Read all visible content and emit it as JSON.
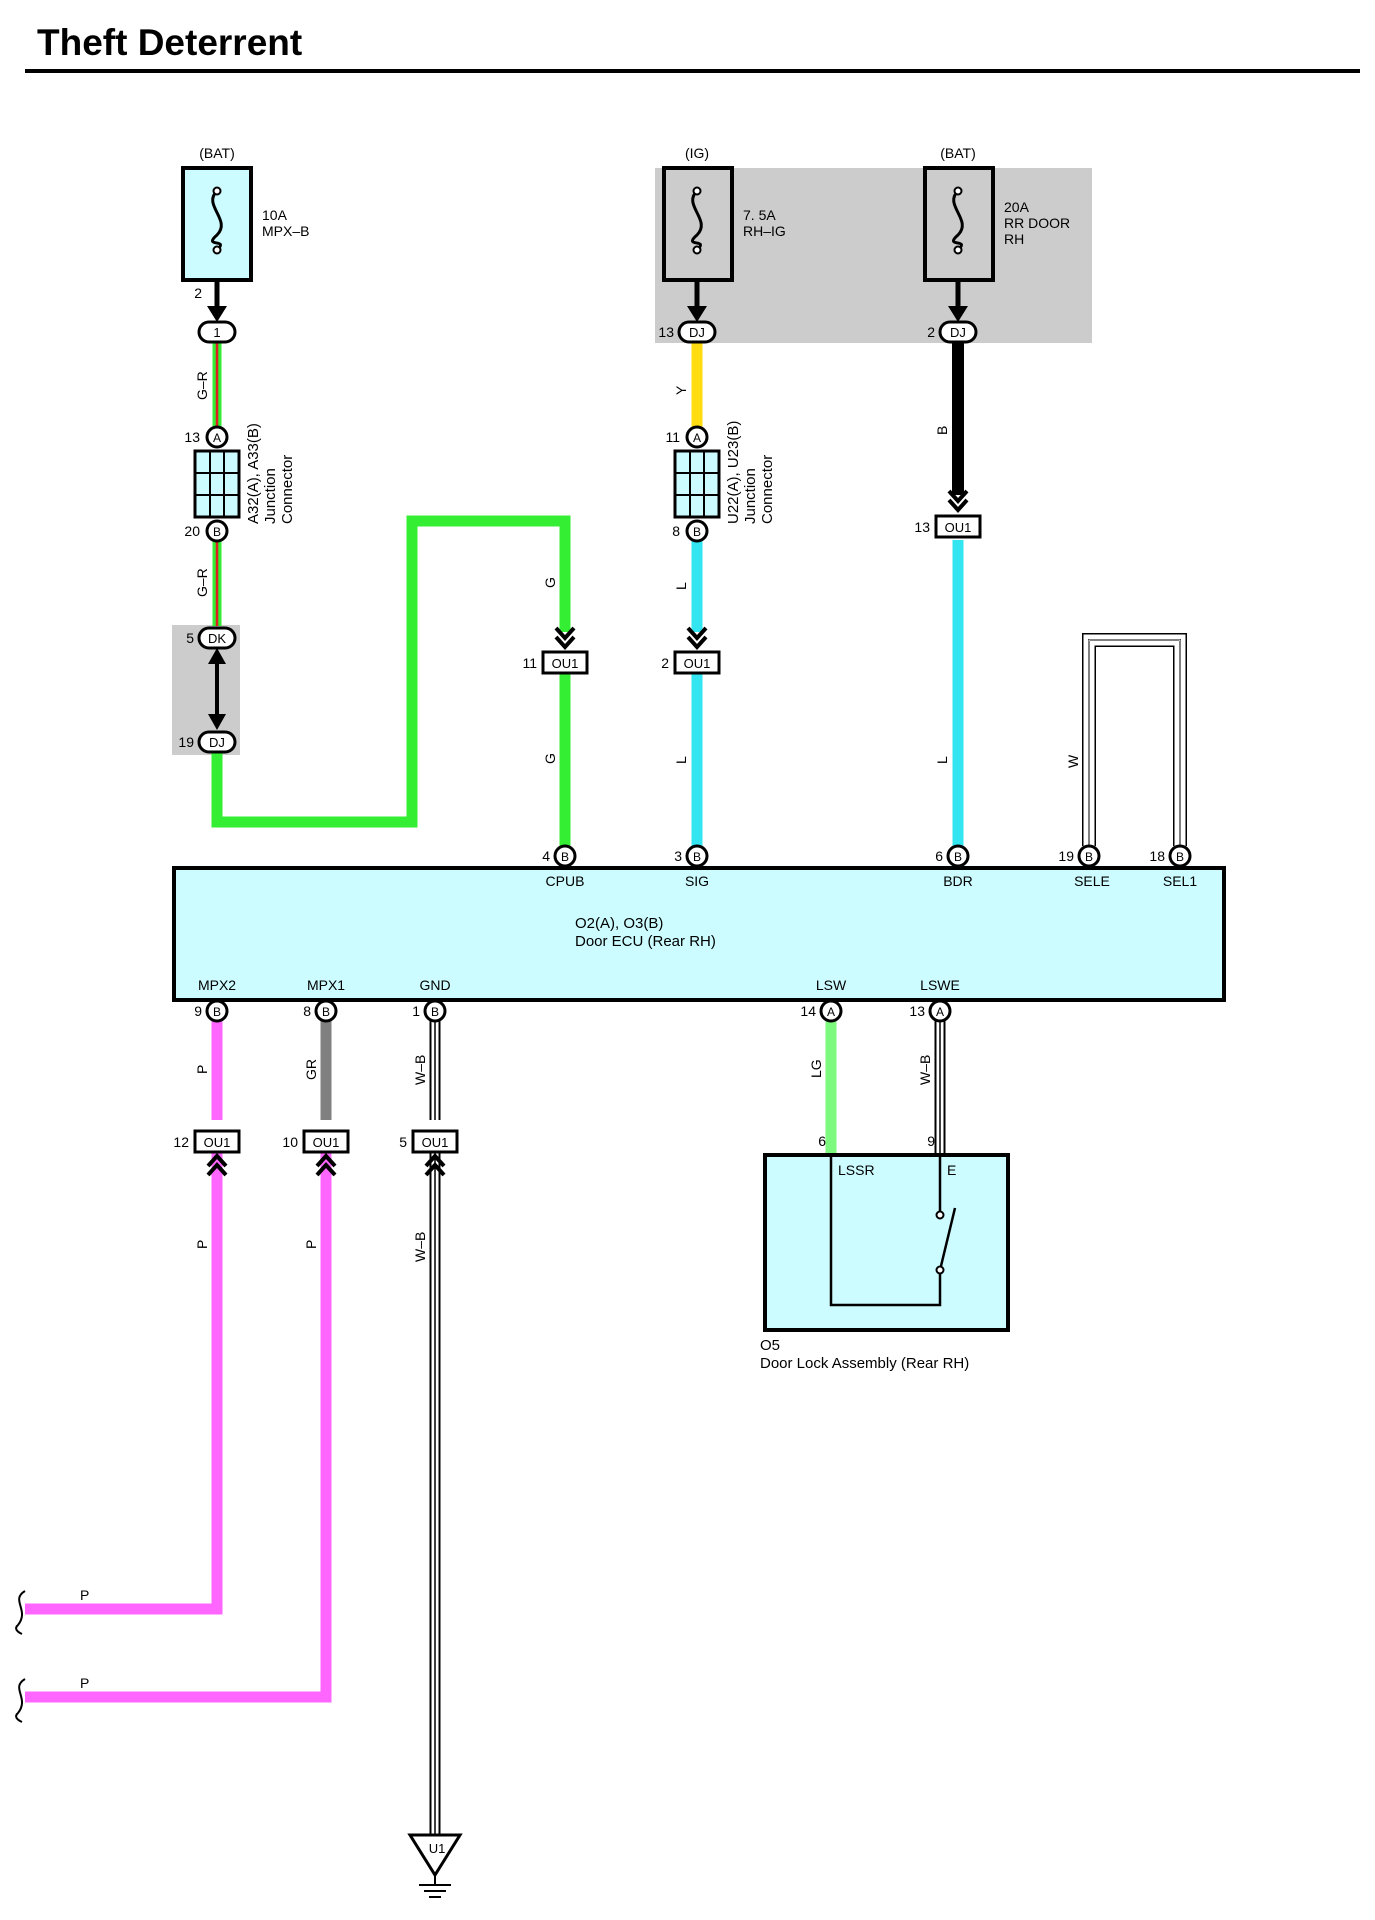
{
  "title": "Theft Deterrent",
  "colors": {
    "G": "#33ee33",
    "Y": "#ffdd11",
    "L": "#33e5f0",
    "B": "#000000",
    "P": "#ff66ff",
    "GR": "#808080",
    "LG": "#7dfa7d",
    "component_fill": "#ccfcff",
    "connector_area": "#cccccc",
    "G-R_stripe": "#e02020"
  },
  "fuses": [
    {
      "id": "fuse-mpx-b",
      "source": "(BAT)",
      "rating": "10A",
      "name": "MPX–B",
      "name2": ""
    },
    {
      "id": "fuse-rh-ig",
      "source": "(IG)",
      "rating": "7. 5A",
      "name": "RH–IG",
      "name2": ""
    },
    {
      "id": "fuse-rr-door-rh",
      "source": "(BAT)",
      "rating": "20A",
      "name": "RR DOOR",
      "name2": "RH"
    }
  ],
  "fuse_pins": {
    "mpx_b": "2",
    "rh_ig": "13",
    "rr_door": "2"
  },
  "connectors": {
    "c1": "1",
    "dj_ig": "DJ",
    "dj_bat": "DJ",
    "dk": "DK",
    "dk_pin": "5",
    "dj19": "DJ",
    "dj19_pin": "19",
    "ou1_13": "OU1",
    "ou1_13_pin": "13",
    "ou1_11": "OU1",
    "ou1_11_pin": "11",
    "ou1_2": "OU1",
    "ou1_2_pin": "2",
    "ou1_12": "OU1",
    "ou1_12_pin": "12",
    "ou1_10": "OU1",
    "ou1_10_pin": "10",
    "ou1_5": "OU1",
    "ou1_5_pin": "5"
  },
  "junction1": {
    "code": "A32(A), A33(B)",
    "line1": "Junction",
    "line2": "Connector",
    "pin_top": "13",
    "pin_top_letter": "A",
    "pin_bot": "20",
    "pin_bot_letter": "B"
  },
  "junction2": {
    "code": "U22(A), U23(B)",
    "line1": "Junction",
    "line2": "Connector",
    "pin_top": "11",
    "pin_top_letter": "A",
    "pin_bot": "8",
    "pin_bot_letter": "B"
  },
  "ecu": {
    "code": "O2(A), O3(B)",
    "name": "Door ECU (Rear RH)",
    "top_pins": [
      {
        "num": "4",
        "letter": "B",
        "label": "CPUB"
      },
      {
        "num": "3",
        "letter": "B",
        "label": "SIG"
      },
      {
        "num": "6",
        "letter": "B",
        "label": "BDR"
      },
      {
        "num": "19",
        "letter": "B",
        "label": "SELE"
      },
      {
        "num": "18",
        "letter": "B",
        "label": "SEL1"
      }
    ],
    "bottom_pins": [
      {
        "num": "9",
        "letter": "B",
        "label": "MPX2"
      },
      {
        "num": "8",
        "letter": "B",
        "label": "MPX1"
      },
      {
        "num": "1",
        "letter": "B",
        "label": "GND"
      },
      {
        "num": "14",
        "letter": "A",
        "label": "LSW"
      },
      {
        "num": "13",
        "letter": "A",
        "label": "LSWE"
      }
    ]
  },
  "door_lock": {
    "code": "O5",
    "name": "Door Lock Assembly (Rear RH)",
    "pin_lssr": "6",
    "pin_e": "9",
    "label_lssr": "LSSR",
    "label_e": "E"
  },
  "wire_labels": {
    "gr1": "G–R",
    "gr2": "G–R",
    "y": "Y",
    "b": "B",
    "g1": "G",
    "g2": "G",
    "l1": "L",
    "l2": "L",
    "l3": "L",
    "w": "W",
    "p1": "P",
    "p2": "P",
    "p3": "P",
    "p4": "P",
    "p5": "P",
    "gr": "GR",
    "wb1": "W–B",
    "wb2": "W–B",
    "lg": "LG",
    "wb3": "W–B"
  },
  "ground": "U1"
}
